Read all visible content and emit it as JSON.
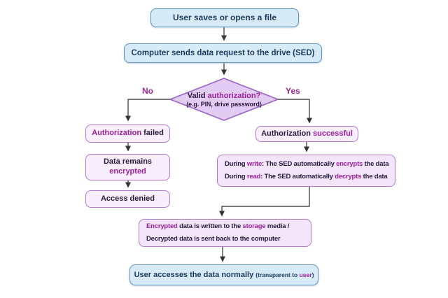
{
  "title": "SED data access flowchart",
  "colors": {
    "blue_fill": "#d7eaf8",
    "blue_border": "#5e92c4",
    "purple_fill_light": "#f9effc",
    "purple_fill_deep": "#f4e4fa",
    "purple_border": "#b279d3",
    "diamond_fill": "#e2ccf1",
    "diamond_border": "#9a63cc",
    "magenta_highlight": "#9c1f9c",
    "dark_text": "#241b3e",
    "connector": "#4a4a4a"
  },
  "nodes": {
    "start": {
      "label": "User saves or opens a  file"
    },
    "request": {
      "label": "Computer sends data request to the drive (SED)"
    },
    "decision": {
      "question_prefix": "Valid ",
      "question_highlight": "authorization?",
      "subtitle": "(e.g. PIN, drive password)"
    },
    "no_label": "No",
    "yes_label": "Yes",
    "auth_failed": {
      "highlight": "Authorization",
      "rest": " failed"
    },
    "data_remains": {
      "line1": "Data remains",
      "line2_highlight": "encrypted"
    },
    "access_denied": {
      "label": "Access denied"
    },
    "auth_success": {
      "prefix": "Authorization ",
      "highlight": "successful"
    },
    "sed_operation": {
      "write_p1": "During ",
      "write_hl1": "write",
      "write_p2": ": The SED automatically ",
      "write_hl2": "encrypts",
      "write_p3": " the data",
      "read_p1": "During ",
      "read_hl1": "read",
      "read_p2": ": The SED automatically ",
      "read_hl2": "decrypts",
      "read_p3": " the data"
    },
    "output": {
      "hl1": "Encrypted",
      "p1": " data is written to the ",
      "hl2": "storage",
      "p2": " media /",
      "line2": "Decrypted data is sent back to the computer"
    },
    "end": {
      "main": "User accesses the data normally ",
      "note_p1": "(transparent to ",
      "note_hl": "user",
      "note_p2": ")"
    }
  }
}
